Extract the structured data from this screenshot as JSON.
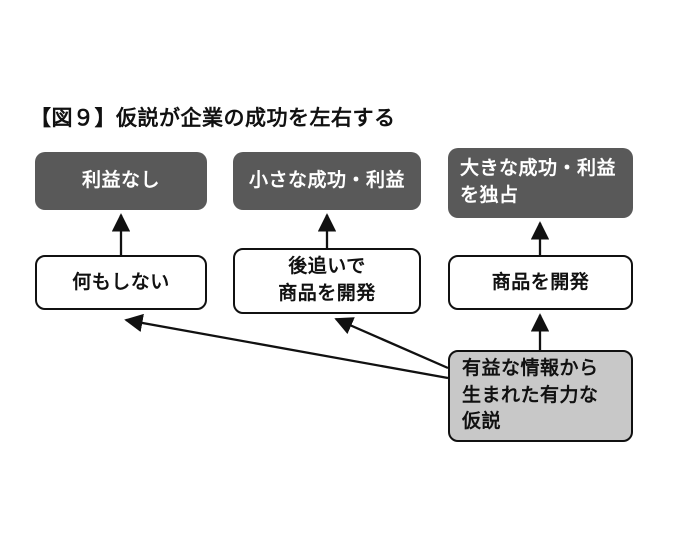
{
  "title": "【図９】仮説が企業の成功を左右する",
  "outcomes": {
    "none": "利益なし",
    "small": "小さな成功・利益",
    "big": [
      "大きな成功・利益",
      "を独占"
    ]
  },
  "actions": {
    "none": "何もしない",
    "follow": [
      "後追いで",
      "商品を開発"
    ],
    "develop": "商品を開発"
  },
  "hypothesis": [
    "有益な情報から",
    "生まれた有力な",
    "仮説"
  ],
  "colors": {
    "dark_box": "#595959",
    "light_box": "#c8c8c8",
    "border": "#111111",
    "text": "#111111",
    "dark_text": "#ffffff"
  }
}
